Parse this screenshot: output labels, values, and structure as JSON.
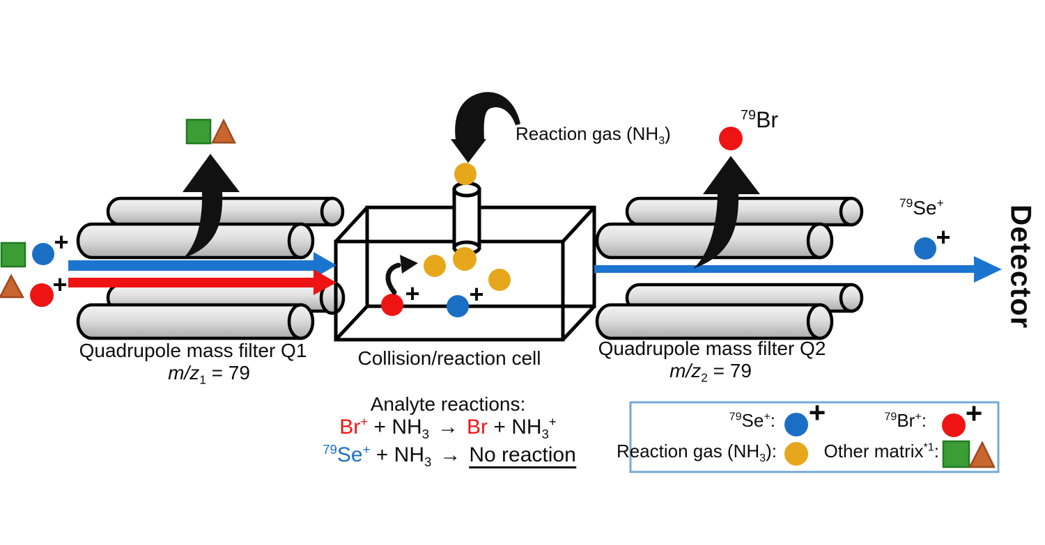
{
  "colors": {
    "analyte_red": "#ee1414",
    "analyte_blue": "#1a6fc4",
    "beam_blue": "#1b75cf",
    "beam_red": "#ee1414",
    "gas_yellow": "#e6a71c",
    "matrix_green": "#3c9c35",
    "matrix_orange": "#c9662f",
    "legend_border": "#74a9d8",
    "arrow_black": "#111111"
  },
  "charge_plus": "+",
  "q1": {
    "title": "Quadrupole mass filter Q1",
    "mz": "m/z",
    "mz_sub": "1",
    "mz_value": " = 79"
  },
  "q2": {
    "title": "Quadrupole mass filter Q2",
    "mz": "m/z",
    "mz_sub": "2",
    "mz_value": " = 79"
  },
  "cell": {
    "title": "Collision/reaction cell"
  },
  "gas_label": {
    "main": "Reaction gas (NH",
    "sub": "3",
    "close": ")"
  },
  "detector_label": "Detector",
  "ejected_br": {
    "iso": "79",
    "elem": "Br"
  },
  "se_out": {
    "iso": "79",
    "elem": "Se",
    "charge": "+"
  },
  "reactions": {
    "heading": "Analyte reactions:",
    "r1": {
      "ion": "Br",
      "ion_charge": "+",
      "plus1": " + ",
      "gas1": "NH",
      "gas1_sub": "3",
      "arrow": "→",
      "product": "Br",
      "plus2": " + ",
      "gas2": "NH",
      "gas2_sub": "3",
      "gas2_charge": "+"
    },
    "r2": {
      "iso": "79",
      "ion": "Se",
      "ion_charge": "+",
      "plus1": " + ",
      "gas1": "NH",
      "gas1_sub": "3",
      "arrow": "→",
      "result": "No reaction"
    }
  },
  "legend": {
    "se": {
      "iso": "79",
      "elem": "Se",
      "charge": "+",
      "colon": ":"
    },
    "br": {
      "iso": "79",
      "elem": "Br",
      "charge": "+",
      "colon": ":"
    },
    "gas": {
      "main": "Reaction gas (NH",
      "sub": "3",
      "close": "):"
    },
    "matrix": {
      "main": "Other matrix",
      "sup": "*1",
      "colon": ":"
    }
  }
}
